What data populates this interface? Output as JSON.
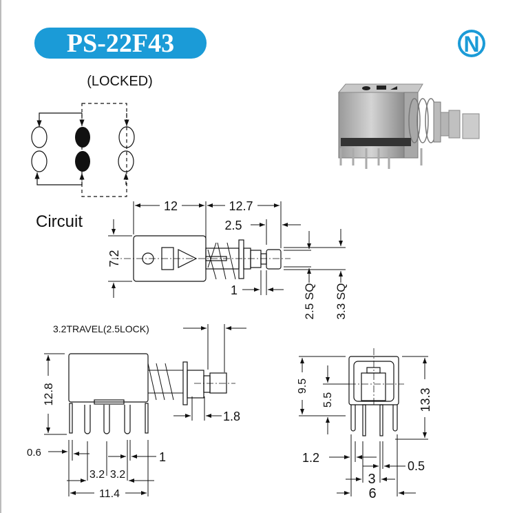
{
  "header": {
    "model": "PS-22F43",
    "brand_logo_letter": "N",
    "accent_color": "#1b9bd7"
  },
  "schematic": {
    "state_label": "(LOCKED)",
    "circuit_label": "Circuit"
  },
  "top_view": {
    "body_length": "12",
    "plunger_length": "12.7",
    "button_length": "2.5",
    "body_width": "7.2",
    "neck_length": "1",
    "button_sq": "2.5 SQ",
    "flange_sq": "3.3 SQ"
  },
  "side_view": {
    "travel": "3.2TRAVEL(2.5LOCK)",
    "height": "12.8",
    "button_offset": "1.8",
    "pin_width": "0.6",
    "pin_thickness": "1",
    "pitch_1": "3.2",
    "pitch_2": "3.2",
    "overall_width": "11.4"
  },
  "end_view": {
    "height_to_pcb": "9.5",
    "center_height": "5.5",
    "overall_height": "13.3",
    "pin_offset": "1.2",
    "pin_thickness": "0.5",
    "inner_pitch": "3",
    "outer_pitch": "6"
  }
}
